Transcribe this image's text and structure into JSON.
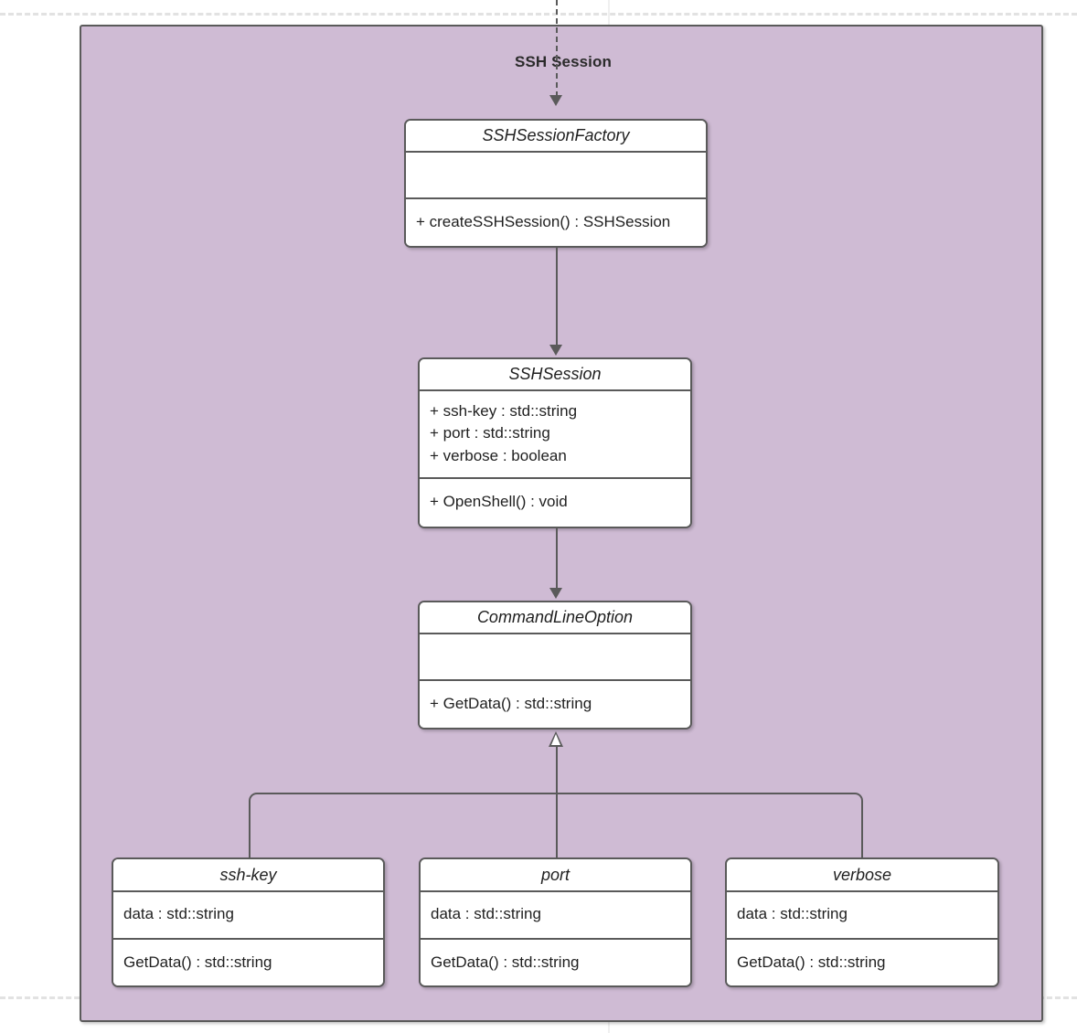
{
  "diagram": {
    "type": "uml-class-diagram",
    "package": {
      "label": "SSH Session",
      "fill": "#cfbbd4",
      "border": "#5a5a5a"
    },
    "classes": [
      {
        "id": "sshsessionfactory",
        "name": "SSHSessionFactory",
        "abstract": true,
        "attributes": [],
        "operations": [
          "+ createSSHSession() : SSHSession"
        ]
      },
      {
        "id": "sshsession",
        "name": "SSHSession",
        "abstract": true,
        "attributes": [
          "+ ssh-key : std::string",
          "+ port : std::string",
          "+ verbose : boolean"
        ],
        "operations": [
          "+ OpenShell() : void"
        ]
      },
      {
        "id": "commandlineoption",
        "name": "CommandLineOption",
        "abstract": true,
        "attributes": [],
        "operations": [
          "+ GetData() : std::string"
        ]
      },
      {
        "id": "ssh-key",
        "name": "ssh-key",
        "abstract": true,
        "attributes": [
          "data : std::string"
        ],
        "operations": [
          "GetData() : std::string"
        ]
      },
      {
        "id": "port",
        "name": "port",
        "abstract": true,
        "attributes": [
          "data : std::string"
        ],
        "operations": [
          "GetData() : std::string"
        ]
      },
      {
        "id": "verbose",
        "name": "verbose",
        "abstract": true,
        "attributes": [
          "data : std::string"
        ],
        "operations": [
          "GetData() : std::string"
        ]
      }
    ],
    "relations": [
      {
        "from": "external",
        "to": "sshsessionfactory",
        "style": "dashed",
        "arrow": "solid-filled"
      },
      {
        "from": "sshsessionfactory",
        "to": "sshsession",
        "style": "solid",
        "arrow": "solid-filled"
      },
      {
        "from": "sshsession",
        "to": "commandlineoption",
        "style": "solid",
        "arrow": "solid-filled"
      },
      {
        "from": "ssh-key",
        "to": "commandlineoption",
        "style": "solid",
        "arrow": "hollow-triangle"
      },
      {
        "from": "port",
        "to": "commandlineoption",
        "style": "solid",
        "arrow": "hollow-triangle"
      },
      {
        "from": "verbose",
        "to": "commandlineoption",
        "style": "solid",
        "arrow": "hollow-triangle"
      }
    ]
  }
}
